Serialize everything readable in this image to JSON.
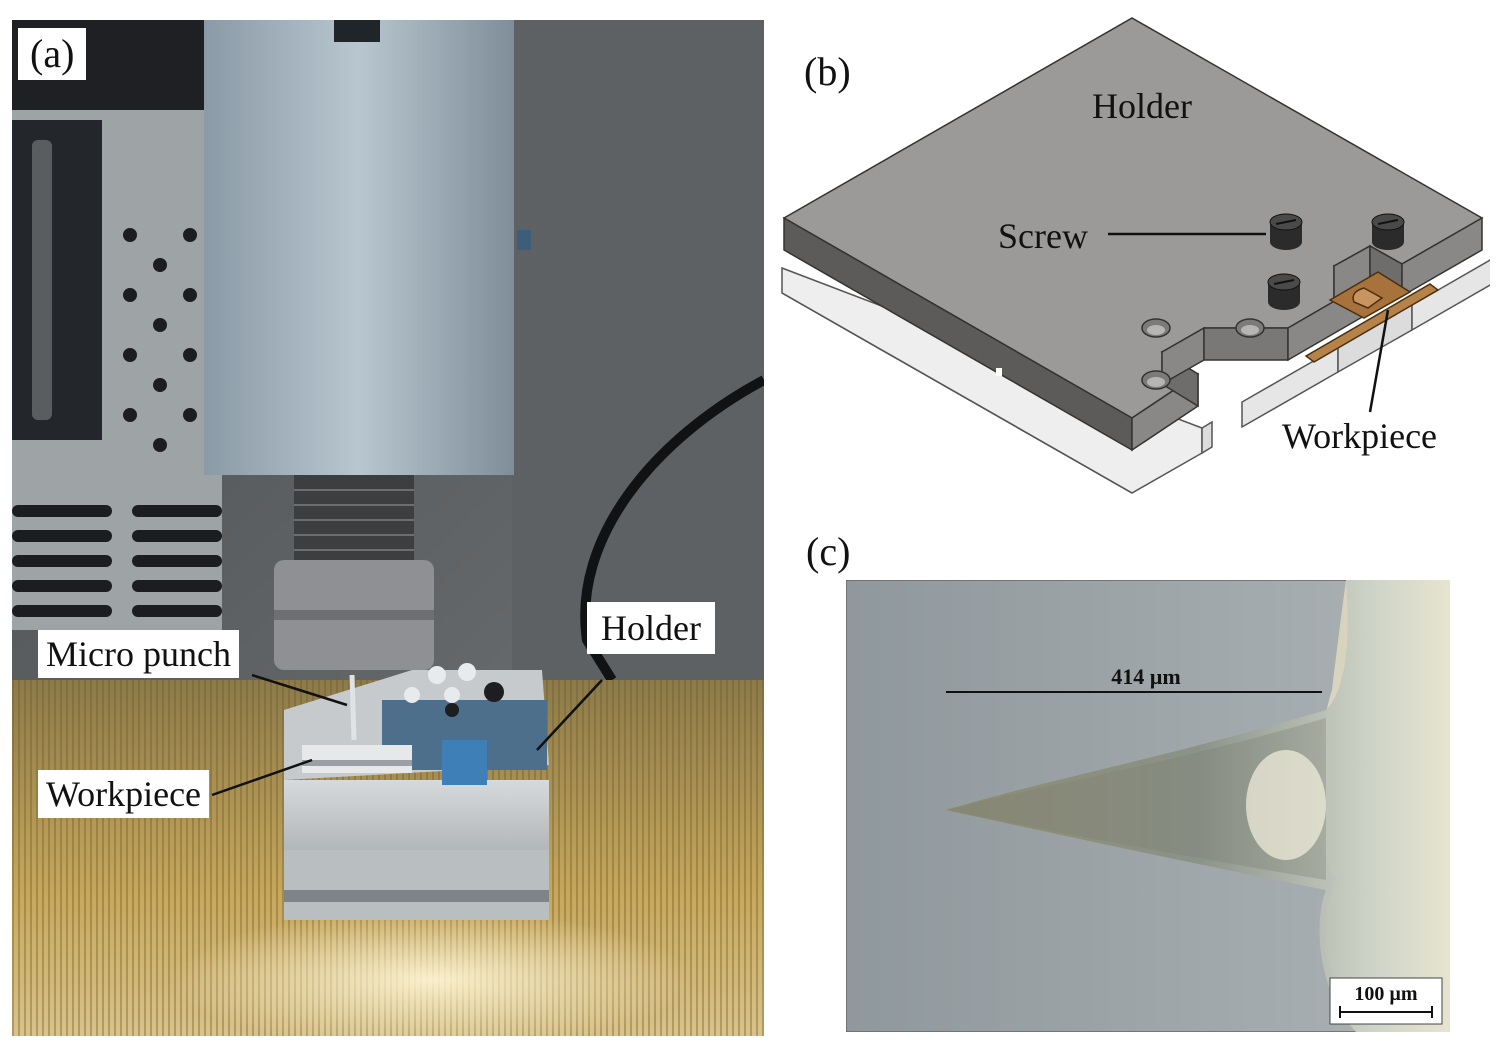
{
  "panel_a": {
    "label": "(a)",
    "callouts": {
      "micro_punch": "Micro punch",
      "workpiece": "Workpiece",
      "holder": "Holder"
    }
  },
  "panel_b": {
    "label": "(b)",
    "labels": {
      "holder": "Holder",
      "screw": "Screw",
      "workpiece": "Workpiece"
    }
  },
  "panel_c": {
    "label": "(c)",
    "measurement": "414 µm",
    "scale_bar": "100 µm"
  },
  "colors": {
    "holder_top": "#9c9a99",
    "holder_side": "#5c5b5a",
    "workpiece": "#b5824a",
    "micrograph_bg": "#8f989c",
    "floor_gold": "#b7964a"
  }
}
